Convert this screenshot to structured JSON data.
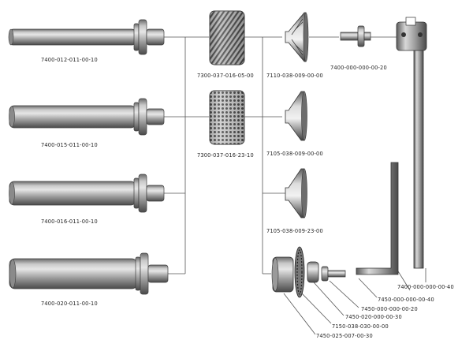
{
  "diagram": {
    "title": "Tool assembly parts diagram",
    "parts": {
      "shank_1": "7400-012-011-00-10",
      "shank_2": "7400-015-011-00-10",
      "shank_3": "7400-016-011-00-10",
      "shank_4": "7400-020-011-00-10",
      "roller_1": "7300-037-016-05-00",
      "roller_2": "7300-037-016-23-10",
      "cone_1": "7110-038-009-00-00",
      "cone_2": "7105-038-009-00-00",
      "cone_3": "7105-038-009-23-00",
      "bolt_top": "7400-000-000-00-20",
      "wrench_long": "7400-000-000-00-40",
      "hex_key": "7450-000-000-00-40",
      "screw": "7450-000-000-00-20",
      "washer": "7450-020-000-00-30",
      "blade": "7150-038-030-00-00",
      "hub": "7450-025-007-00-30"
    },
    "colors": {
      "metal_dark": "#4d4d4d",
      "metal_mid": "#8c8c8c",
      "metal_light": "#d6d6d6",
      "line": "#555555"
    }
  }
}
